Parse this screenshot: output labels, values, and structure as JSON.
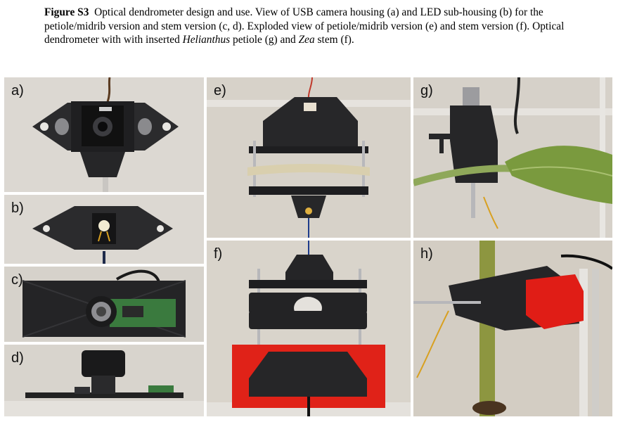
{
  "caption": {
    "figure_label": "Figure S3",
    "segments": [
      {
        "text": "Optical dendrometer design and use.  View of USB camera housing (a) and LED sub-housing (b) for the petiole/midrib version and stem version (c, d).  Exploded view of petiole/midrib version (e) and stem version (f).  Optical dendrometer with with inserted ",
        "italic": false
      },
      {
        "text": "Helianthus",
        "italic": true
      },
      {
        "text": " petiole (g) and ",
        "italic": false
      },
      {
        "text": "Zea",
        "italic": true
      },
      {
        "text": " stem (f).",
        "italic": false
      }
    ]
  },
  "panels": {
    "a": {
      "label": "a)"
    },
    "b": {
      "label": "b)"
    },
    "c": {
      "label": "c)"
    },
    "d": {
      "label": "d)"
    },
    "e": {
      "label": "e)"
    },
    "f": {
      "label": "f)"
    },
    "g": {
      "label": "g)"
    },
    "h": {
      "label": "h)"
    }
  }
}
